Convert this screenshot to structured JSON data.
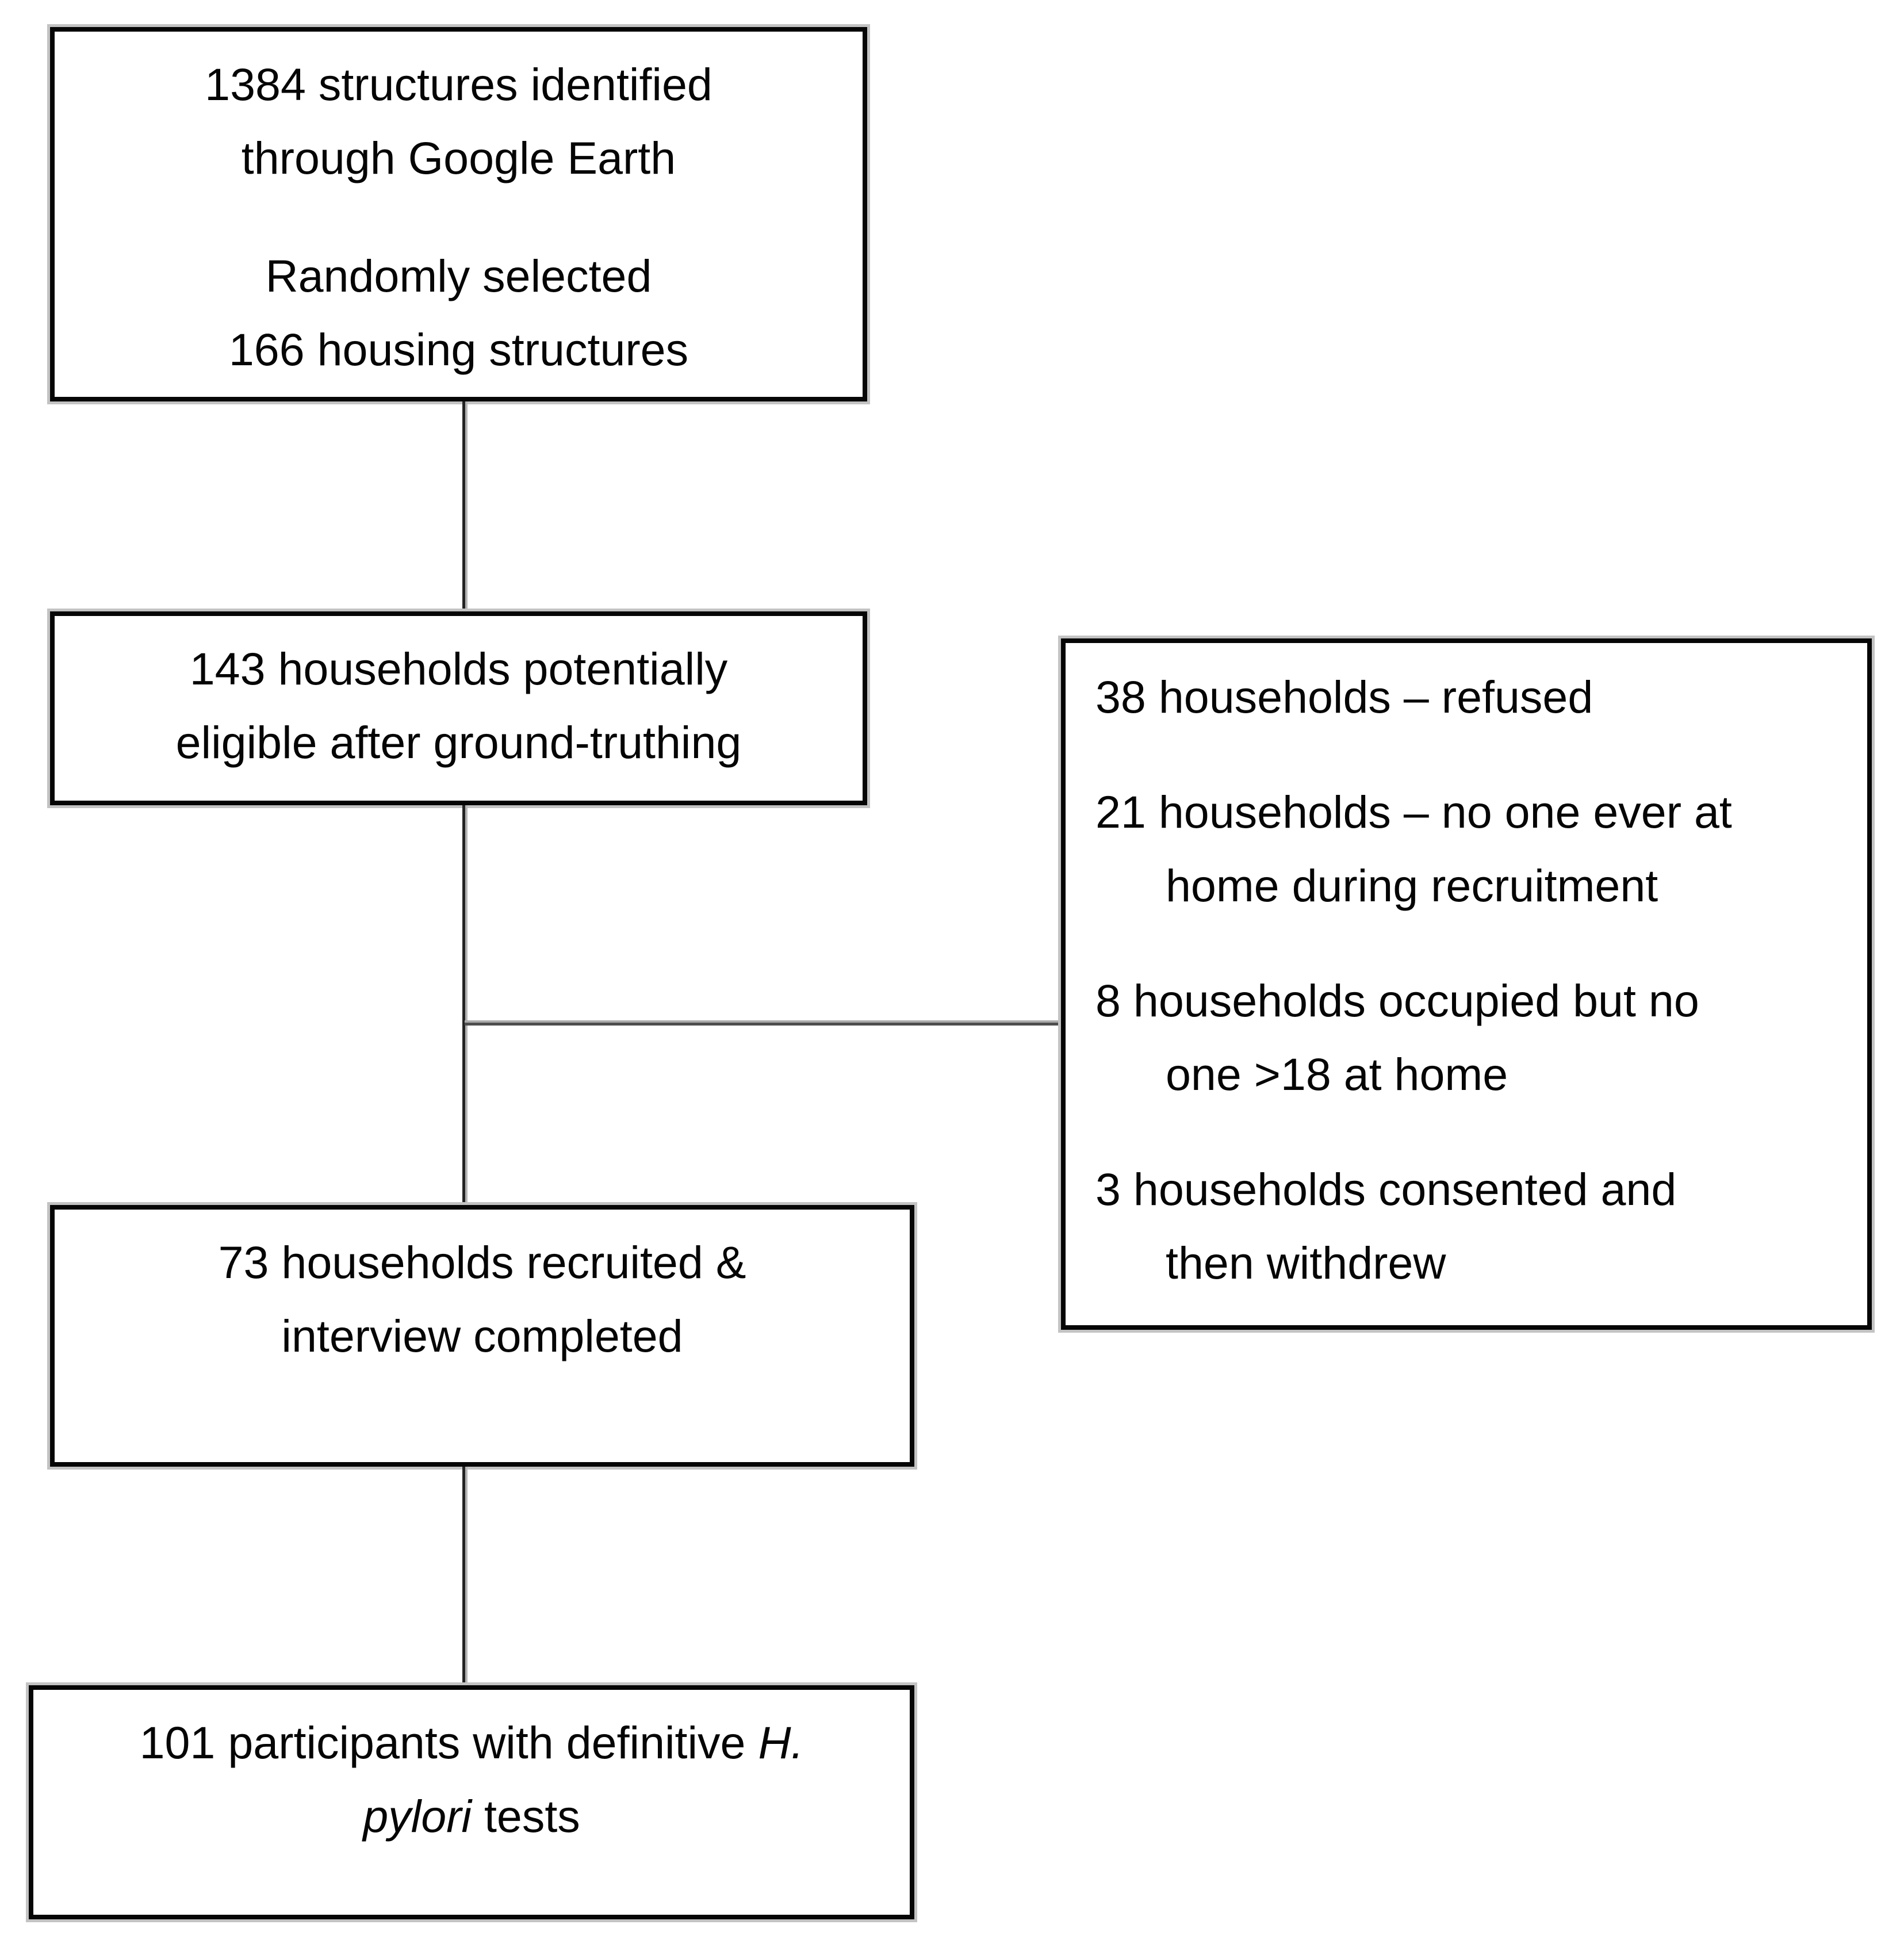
{
  "palette": {
    "background": "#ffffff",
    "box_border": "#060606",
    "box_shadow": "#c3c3c3",
    "text": "#050505",
    "connector_dark": "#242424",
    "connector_gray": "#ababab"
  },
  "boxes": {
    "google_earth": {
      "line1": "1384 structures identified",
      "line2": "through Google Earth",
      "line3": "Randomly selected",
      "line4": "166 housing structures"
    },
    "eligible": {
      "line1": "143 households potentially",
      "line2": "eligible after ground-truthing"
    },
    "recruited": {
      "line1": "73 households recruited &",
      "line2": "interview completed"
    },
    "definitive": {
      "line1_text": "101 participants with definitive ",
      "line1_italic": "H.",
      "line2_italic": "pylori",
      "line2_text": " tests"
    },
    "exclusions": {
      "items": [
        {
          "line1": "38 households – refused",
          "line2": ""
        },
        {
          "line1": "21 households – no one ever at",
          "line2": "home during recruitment"
        },
        {
          "line1": "8 households occupied but no",
          "line2": "one >18 at home"
        },
        {
          "line1": "3 households consented and",
          "line2": "then withdrew"
        }
      ]
    }
  }
}
